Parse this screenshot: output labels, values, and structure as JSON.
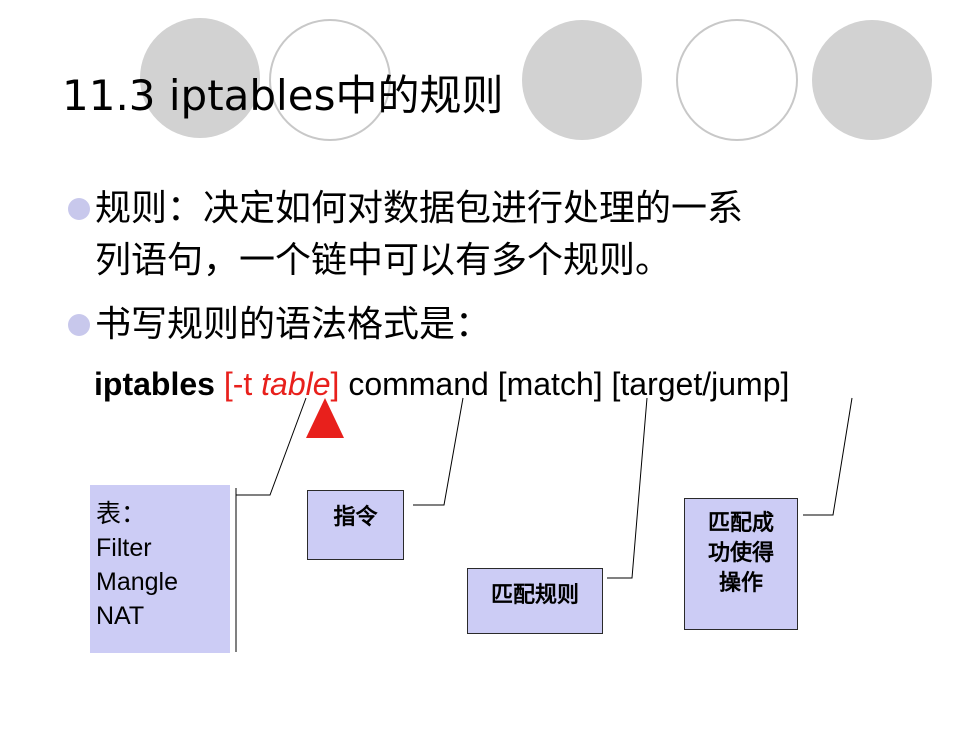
{
  "title": "11.3 iptables中的规则",
  "bullets": [
    {
      "line1": "规则：决定如何对数据包进行处理的一系",
      "line2": "列语句，一个链中可以有多个规则。"
    },
    {
      "line1": "书写规则的语法格式是："
    }
  ],
  "syntax": {
    "command_name": "iptables",
    "table_prefix": "[-t ",
    "table_word": "table",
    "table_suffix": "]",
    "rest": " command [match] [target/jump]"
  },
  "table_box": {
    "heading": "表：",
    "items": [
      "Filter",
      "Mangle",
      "NAT"
    ]
  },
  "boxes": {
    "command": "指令",
    "match": "匹配规则",
    "target_lines": [
      "匹配成",
      "功使得",
      "操作"
    ]
  },
  "colors": {
    "accent_red": "#e8201c",
    "box_fill": "#ccccf5",
    "circle_fill": "#d2d2d2",
    "bullet": "#c8c8ec"
  }
}
